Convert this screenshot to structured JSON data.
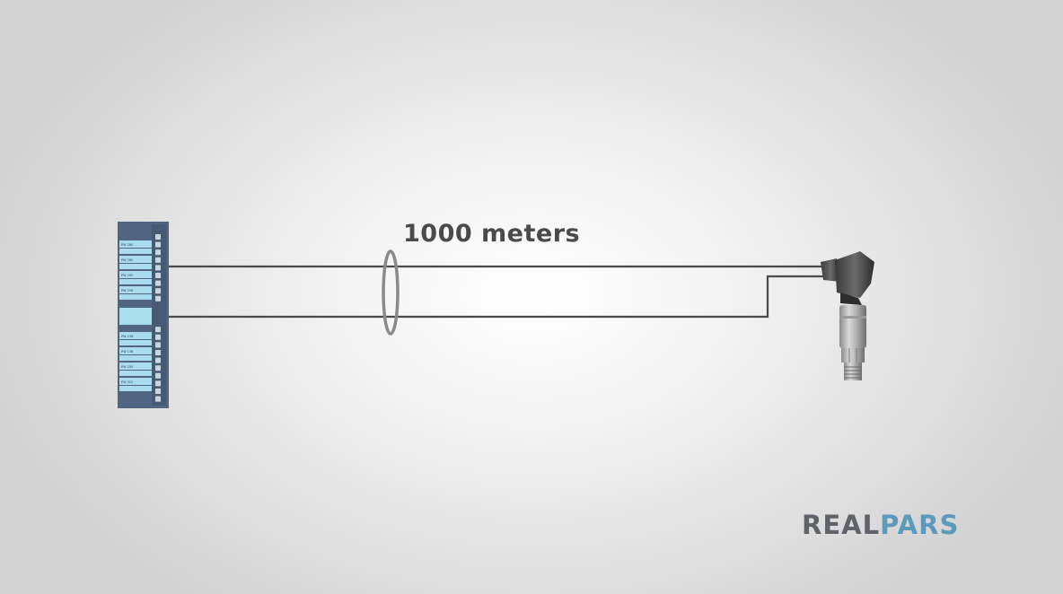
{
  "diagram": {
    "distance_label": "1000 meters",
    "plc_module": {
      "channel_labels_top": [
        "PW 260",
        "PW 280",
        "PW 265",
        "PW 256"
      ],
      "channel_labels_bottom": [
        "PW 236",
        "PW 136",
        "PW 255",
        "PW 322"
      ]
    }
  },
  "brand": {
    "part1": "REAL",
    "part2": "PARS"
  },
  "colors": {
    "module_frame": "#4f6581",
    "module_slot": "#a9dcec",
    "wire": "#4a4a4a",
    "loop": "#8a8a8a",
    "brand_gray": "#5f6368",
    "brand_blue": "#5b9bb9"
  }
}
